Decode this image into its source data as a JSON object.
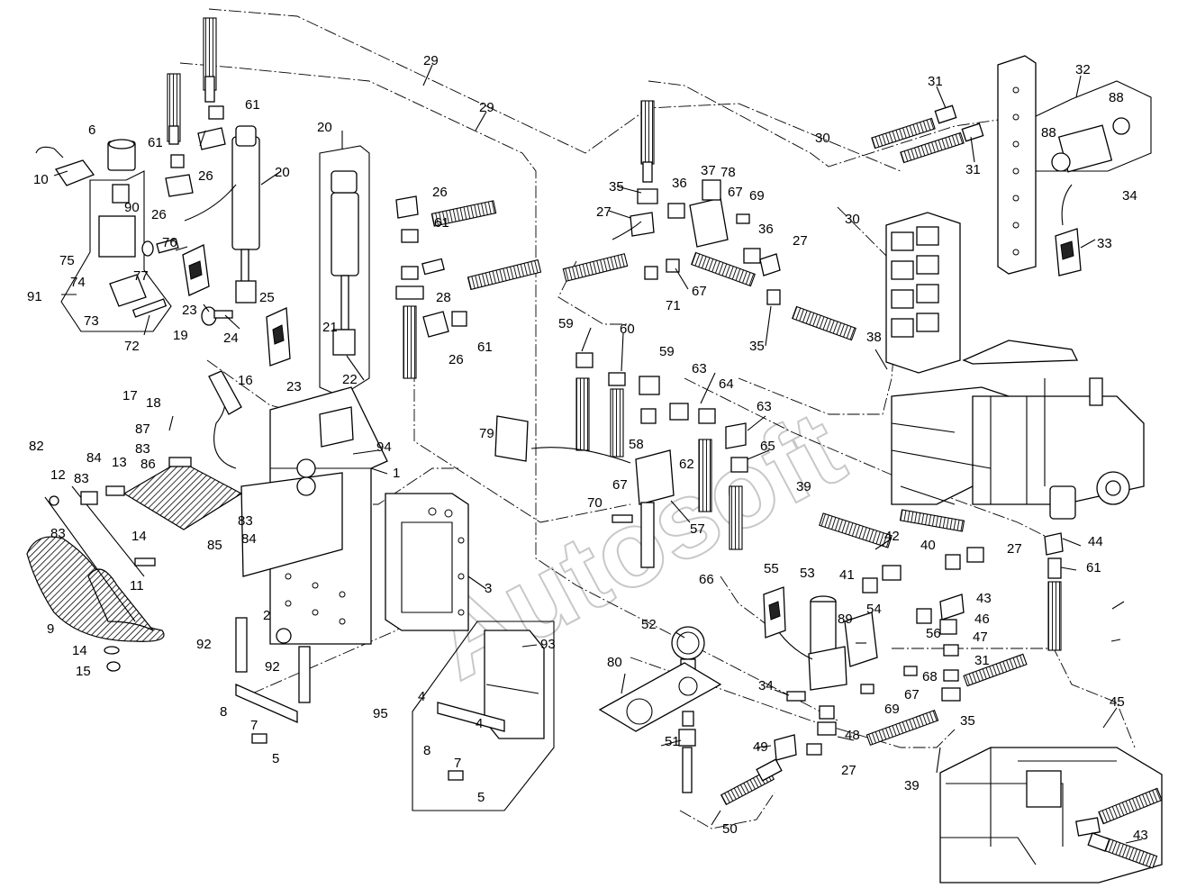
{
  "watermark": "Autosoft",
  "labels": [
    {
      "id": "l29a",
      "text": "29"
    },
    {
      "id": "l29b",
      "text": "29"
    },
    {
      "id": "l30a",
      "text": "30"
    },
    {
      "id": "l30b",
      "text": "30"
    },
    {
      "id": "l31a",
      "text": "31"
    },
    {
      "id": "l31b",
      "text": "31"
    },
    {
      "id": "l32",
      "text": "32"
    },
    {
      "id": "l88a",
      "text": "88"
    },
    {
      "id": "l88b",
      "text": "88"
    },
    {
      "id": "l34a",
      "text": "34"
    },
    {
      "id": "l33",
      "text": "33"
    },
    {
      "id": "l61a",
      "text": "61"
    },
    {
      "id": "l61b",
      "text": "61"
    },
    {
      "id": "l20a",
      "text": "20"
    },
    {
      "id": "l20b",
      "text": "20"
    },
    {
      "id": "l6",
      "text": "6"
    },
    {
      "id": "l26a",
      "text": "26"
    },
    {
      "id": "l26b",
      "text": "26"
    },
    {
      "id": "l26c",
      "text": "26"
    },
    {
      "id": "l26d",
      "text": "26"
    },
    {
      "id": "l10",
      "text": "10"
    },
    {
      "id": "l90",
      "text": "90"
    },
    {
      "id": "l75",
      "text": "75"
    },
    {
      "id": "l74",
      "text": "74"
    },
    {
      "id": "l91",
      "text": "91"
    },
    {
      "id": "l73",
      "text": "73"
    },
    {
      "id": "l72",
      "text": "72"
    },
    {
      "id": "l77",
      "text": "77"
    },
    {
      "id": "l76",
      "text": "76"
    },
    {
      "id": "l23a",
      "text": "23"
    },
    {
      "id": "l23b",
      "text": "23"
    },
    {
      "id": "l24",
      "text": "24"
    },
    {
      "id": "l25",
      "text": "25"
    },
    {
      "id": "l21",
      "text": "21"
    },
    {
      "id": "l22",
      "text": "22"
    },
    {
      "id": "l61c",
      "text": "61"
    },
    {
      "id": "l61d",
      "text": "61"
    },
    {
      "id": "l28",
      "text": "28"
    },
    {
      "id": "l35a",
      "text": "35"
    },
    {
      "id": "l35b",
      "text": "35"
    },
    {
      "id": "l35c",
      "text": "35"
    },
    {
      "id": "l36a",
      "text": "36"
    },
    {
      "id": "l36b",
      "text": "36"
    },
    {
      "id": "l37",
      "text": "37"
    },
    {
      "id": "l78",
      "text": "78"
    },
    {
      "id": "l67a",
      "text": "67"
    },
    {
      "id": "l67b",
      "text": "67"
    },
    {
      "id": "l67c",
      "text": "67"
    },
    {
      "id": "l67d",
      "text": "67"
    },
    {
      "id": "l69a",
      "text": "69"
    },
    {
      "id": "l69b",
      "text": "69"
    },
    {
      "id": "l27a",
      "text": "27"
    },
    {
      "id": "l27b",
      "text": "27"
    },
    {
      "id": "l27c",
      "text": "27"
    },
    {
      "id": "l27d",
      "text": "27"
    },
    {
      "id": "l71",
      "text": "71"
    },
    {
      "id": "l38",
      "text": "38"
    },
    {
      "id": "l19",
      "text": "19"
    },
    {
      "id": "l17",
      "text": "17"
    },
    {
      "id": "l18",
      "text": "18"
    },
    {
      "id": "l16",
      "text": "16"
    },
    {
      "id": "l59a",
      "text": "59"
    },
    {
      "id": "l59b",
      "text": "59"
    },
    {
      "id": "l60",
      "text": "60"
    },
    {
      "id": "l63a",
      "text": "63"
    },
    {
      "id": "l63b",
      "text": "63"
    },
    {
      "id": "l64",
      "text": "64"
    },
    {
      "id": "l65",
      "text": "65"
    },
    {
      "id": "l58",
      "text": "58"
    },
    {
      "id": "l62",
      "text": "62"
    },
    {
      "id": "l79",
      "text": "79"
    },
    {
      "id": "l87",
      "text": "87"
    },
    {
      "id": "l82",
      "text": "82"
    },
    {
      "id": "l84a",
      "text": "84"
    },
    {
      "id": "l84b",
      "text": "84"
    },
    {
      "id": "l83a",
      "text": "83"
    },
    {
      "id": "l83b",
      "text": "83"
    },
    {
      "id": "l83c",
      "text": "83"
    },
    {
      "id": "l83d",
      "text": "83"
    },
    {
      "id": "l86",
      "text": "86"
    },
    {
      "id": "l94",
      "text": "94"
    },
    {
      "id": "l1",
      "text": "1"
    },
    {
      "id": "l12",
      "text": "12"
    },
    {
      "id": "l13",
      "text": "13"
    },
    {
      "id": "l14a",
      "text": "14"
    },
    {
      "id": "l14b",
      "text": "14"
    },
    {
      "id": "l11",
      "text": "11"
    },
    {
      "id": "l85",
      "text": "85"
    },
    {
      "id": "l9",
      "text": "9"
    },
    {
      "id": "l15",
      "text": "15"
    },
    {
      "id": "l39a",
      "text": "39"
    },
    {
      "id": "l39b",
      "text": "39"
    },
    {
      "id": "l70",
      "text": "70"
    },
    {
      "id": "l57",
      "text": "57"
    },
    {
      "id": "l42",
      "text": "42"
    },
    {
      "id": "l40",
      "text": "40"
    },
    {
      "id": "l44",
      "text": "44"
    },
    {
      "id": "l61e",
      "text": "61"
    },
    {
      "id": "l41",
      "text": "41"
    },
    {
      "id": "l43a",
      "text": "43"
    },
    {
      "id": "l43b",
      "text": "43"
    },
    {
      "id": "l46",
      "text": "46"
    },
    {
      "id": "l47",
      "text": "47"
    },
    {
      "id": "l56",
      "text": "56"
    },
    {
      "id": "l68",
      "text": "68"
    },
    {
      "id": "l31c",
      "text": "31"
    },
    {
      "id": "l66",
      "text": "66"
    },
    {
      "id": "l55",
      "text": "55"
    },
    {
      "id": "l53",
      "text": "53"
    },
    {
      "id": "l54",
      "text": "54"
    },
    {
      "id": "l89",
      "text": "89"
    },
    {
      "id": "l3",
      "text": "3"
    },
    {
      "id": "l2",
      "text": "2"
    },
    {
      "id": "l92a",
      "text": "92"
    },
    {
      "id": "l92b",
      "text": "92"
    },
    {
      "id": "l93",
      "text": "93"
    },
    {
      "id": "l52",
      "text": "52"
    },
    {
      "id": "l80",
      "text": "80"
    },
    {
      "id": "l8a",
      "text": "8"
    },
    {
      "id": "l8b",
      "text": "8"
    },
    {
      "id": "l7a",
      "text": "7"
    },
    {
      "id": "l7b",
      "text": "7"
    },
    {
      "id": "l5a",
      "text": "5"
    },
    {
      "id": "l5b",
      "text": "5"
    },
    {
      "id": "l4a",
      "text": "4"
    },
    {
      "id": "l4b",
      "text": "4"
    },
    {
      "id": "l95",
      "text": "95"
    },
    {
      "id": "l34b",
      "text": "34"
    },
    {
      "id": "l48",
      "text": "48"
    },
    {
      "id": "l49",
      "text": "49"
    },
    {
      "id": "l51",
      "text": "51"
    },
    {
      "id": "l50",
      "text": "50"
    },
    {
      "id": "l45",
      "text": "45"
    }
  ]
}
